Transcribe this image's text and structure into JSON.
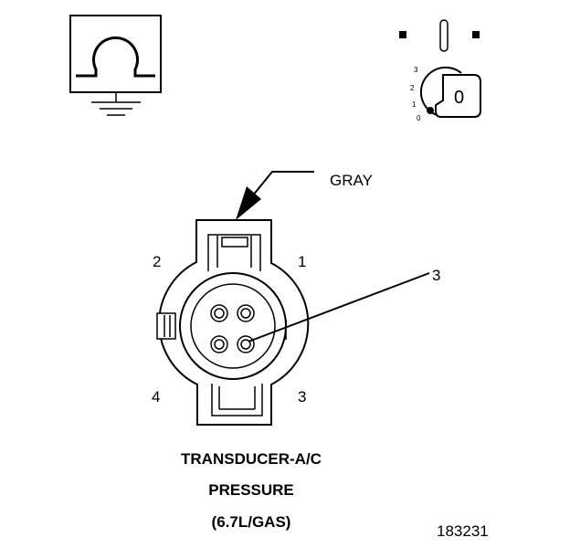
{
  "meter_symbol": "Ω",
  "ignition_key": {
    "positions": [
      "3",
      "2",
      "1",
      "0"
    ],
    "key_label": "0"
  },
  "connector": {
    "wire_color_label": "GRAY",
    "cavity_labels": {
      "top_left": "2",
      "top_right": "1",
      "bottom_left": "4",
      "bottom_right": "3"
    },
    "callout_label": "3"
  },
  "caption": {
    "line1": "TRANSDUCER-A/C",
    "line2": "PRESSURE",
    "line3": "(6.7L/GAS)"
  },
  "figure_number": "183231"
}
